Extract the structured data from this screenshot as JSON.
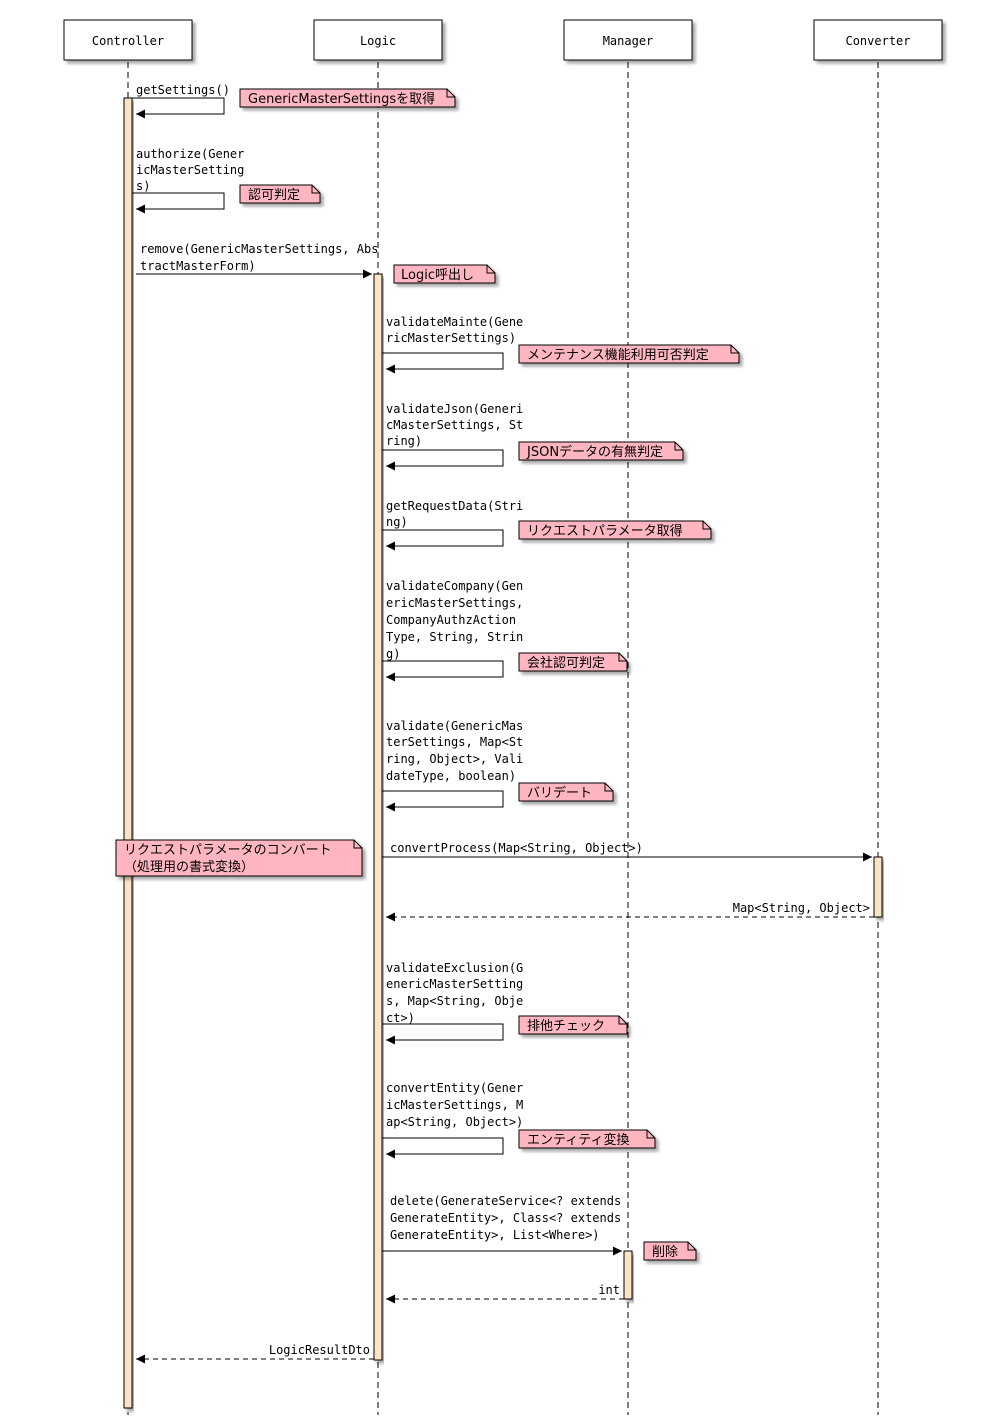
{
  "participants": [
    {
      "id": "controller",
      "label": "Controller"
    },
    {
      "id": "logic",
      "label": "Logic"
    },
    {
      "id": "manager",
      "label": "Manager"
    },
    {
      "id": "converter",
      "label": "Converter"
    }
  ],
  "messages": [
    {
      "id": "m1",
      "lines": [
        "getSettings()"
      ]
    },
    {
      "id": "m2",
      "lines": [
        "authorize(Gener",
        "icMasterSetting",
        "s)"
      ]
    },
    {
      "id": "m3",
      "lines": [
        "remove(GenericMasterSettings, Abs",
        "tractMasterForm)"
      ]
    },
    {
      "id": "m4",
      "lines": [
        "validateMainte(Gene",
        "ricMasterSettings)"
      ]
    },
    {
      "id": "m5",
      "lines": [
        "validateJson(Generi",
        "cMasterSettings, St",
        "ring)"
      ]
    },
    {
      "id": "m6",
      "lines": [
        "getRequestData(Stri",
        "ng)"
      ]
    },
    {
      "id": "m7",
      "lines": [
        "validateCompany(Gen",
        "ericMasterSettings,",
        " CompanyAuthzAction",
        "Type, String, Strin",
        "g)"
      ]
    },
    {
      "id": "m8",
      "lines": [
        "validate(GenericMas",
        "terSettings, Map<St",
        "ring, Object>, Vali",
        "dateType, boolean)"
      ]
    },
    {
      "id": "m9",
      "lines": [
        "convertProcess(Map<String, Object>)"
      ]
    },
    {
      "id": "m10",
      "lines": [
        "Map<String, Object>"
      ]
    },
    {
      "id": "m11",
      "lines": [
        "validateExclusion(G",
        "enericMasterSetting",
        "s, Map<String, Obje",
        "ct>)"
      ]
    },
    {
      "id": "m12",
      "lines": [
        "convertEntity(Gener",
        "icMasterSettings, M",
        "ap<String, Object>)"
      ]
    },
    {
      "id": "m13",
      "lines": [
        "delete(GenerateService<? extends",
        "GenerateEntity>, Class<? extends",
        "GenerateEntity>, List<Where>)"
      ]
    },
    {
      "id": "m14",
      "lines": [
        "int"
      ]
    },
    {
      "id": "m15",
      "lines": [
        "LogicResultDto"
      ]
    }
  ],
  "notes": [
    {
      "id": "n1",
      "lines": [
        "GenericMasterSettingsを取得"
      ]
    },
    {
      "id": "n2",
      "lines": [
        "認可判定"
      ]
    },
    {
      "id": "n3",
      "lines": [
        "Logic呼出し"
      ]
    },
    {
      "id": "n4",
      "lines": [
        "メンテナンス機能利用可否判定"
      ]
    },
    {
      "id": "n5",
      "lines": [
        "JSONデータの有無判定"
      ]
    },
    {
      "id": "n6",
      "lines": [
        "リクエストパラメータ取得"
      ]
    },
    {
      "id": "n7",
      "lines": [
        "会社認可判定"
      ]
    },
    {
      "id": "n8",
      "lines": [
        "バリデート"
      ]
    },
    {
      "id": "n9",
      "lines": [
        "リクエストパラメータのコンバート",
        "（処理用の書式変換）"
      ]
    },
    {
      "id": "n10",
      "lines": [
        "排他チェック"
      ]
    },
    {
      "id": "n11",
      "lines": [
        "エンティティ変換"
      ]
    },
    {
      "id": "n12",
      "lines": [
        "削除"
      ]
    }
  ],
  "colors": {
    "activation_fill": "#FBE3C3",
    "note_fill": "#FFB6C1",
    "box_fill": "#FFFFFF",
    "line": "#000000"
  }
}
